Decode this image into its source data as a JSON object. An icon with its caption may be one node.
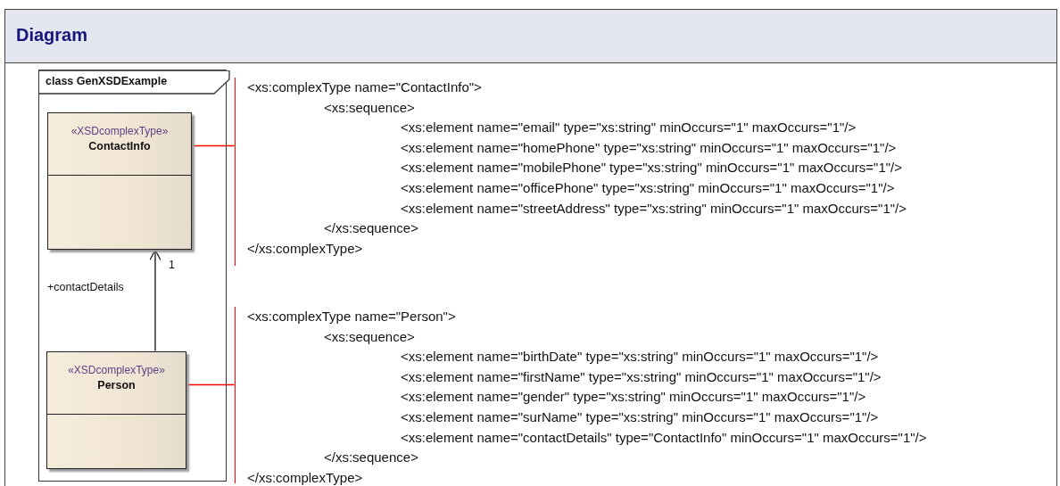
{
  "diagram": {
    "nodes": [
      {
        "text": [
          "Diagram"
        ]
      },
      {
        "text": [
          "class GenXSDExample"
        ],
        "in": 0
      },
      {
        "text": [
          "«XSDcomplexType»",
          "ContactInfo"
        ],
        "in": 1
      },
      {
        "text": [
          "«XSDcomplexType»",
          "Person"
        ],
        "in": 1
      },
      {
        "text": [
          "<xs:complexType name=\"ContactInfo\">",
          "<xs:sequence>",
          "<xs:element name=\"email\" type=\"xs:string\" minOccurs=\"1\" maxOccurs=\"1\"/>",
          "<xs:element name=\"homePhone\" type=\"xs:string\" minOccurs=\"1\" maxOccurs=\"1\"/>",
          "<xs:element name=\"mobilePhone\" type=\"xs:string\" minOccurs=\"1\" maxOccurs=\"1\"/>",
          "<xs:element name=\"officePhone\" type=\"xs:string\" minOccurs=\"1\" maxOccurs=\"1\"/>",
          "<xs:element name=\"streetAddress\" type=\"xs:string\" minOccurs=\"1\" maxOccurs=\"1\"/>",
          "</xs:sequence>",
          "</xs:complexType>"
        ],
        "in": 0
      },
      {
        "text": [
          "<xs:complexType name=\"Person\">",
          "<xs:sequence>",
          "<xs:element name=\"birthDate\" type=\"xs:string\" minOccurs=\"1\" maxOccurs=\"1\"/>",
          "<xs:element name=\"firstName\" type=\"xs:string\" minOccurs=\"1\" maxOccurs=\"1\"/>",
          "<xs:element name=\"gender\" type=\"xs:string\" minOccurs=\"1\" maxOccurs=\"1\"/>",
          "<xs:element name=\"surName\" type=\"xs:string\" minOccurs=\"1\" maxOccurs=\"1\"/>",
          "<xs:element name=\"contactDetails\" type=\"ContactInfo\" minOccurs=\"1\" maxOccurs=\"1\"/>",
          "</xs:sequence>",
          "</xs:complexType>"
        ],
        "in": 0
      }
    ],
    "edges": [
      {
        "from": 3,
        "to": 2,
        "arrow": "to",
        "label": "+contactDetails",
        "color": "#111111"
      },
      {
        "from": 2,
        "to": 4,
        "arrow": "none",
        "color": "#ff0000"
      },
      {
        "from": 3,
        "to": 5,
        "arrow": "none",
        "color": "#ff0000"
      }
    ],
    "labels": [
      "1"
    ]
  }
}
